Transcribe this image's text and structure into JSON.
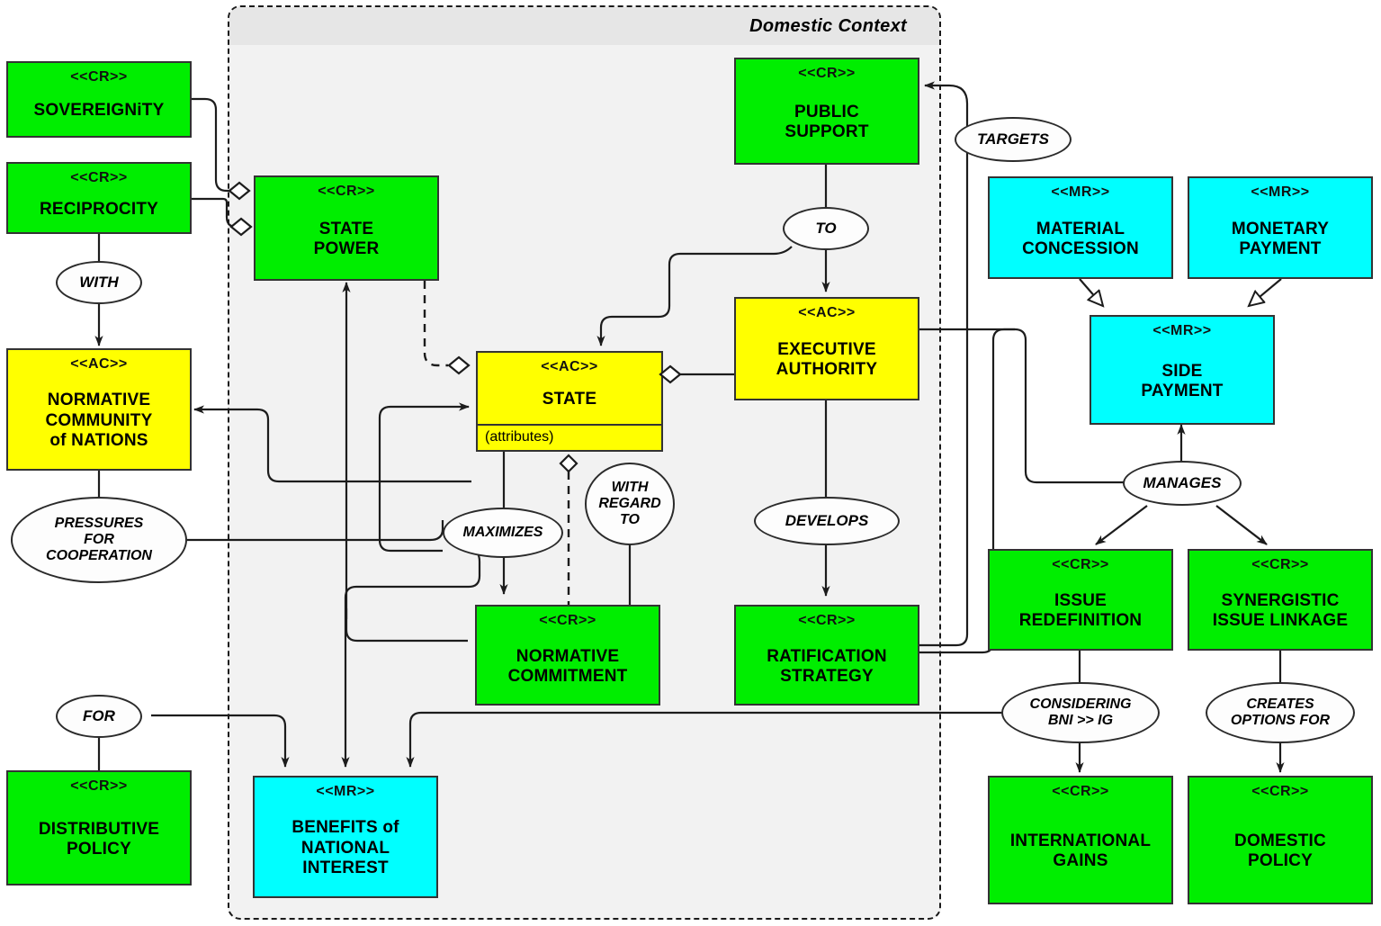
{
  "package": {
    "title": "Domestic Context"
  },
  "stereotypes": {
    "cr": "<<CR>>",
    "ac": "<<AC>>",
    "mr": "<<MR>>"
  },
  "colors": {
    "concept_green": "#00EE00",
    "actor_yellow": "#FFFF00",
    "resource_cyan": "#00FFFF",
    "package_fill": "#F2F2F2",
    "package_header": "#E6E6E6",
    "line": "#1C1C1C"
  },
  "nodes": [
    {
      "id": "sovereignity",
      "stereotype": "<<CR>>",
      "name": "SOVEREIGNiTY",
      "kind": "green"
    },
    {
      "id": "reciprocity",
      "stereotype": "<<CR>>",
      "name": "RECIPROCITY",
      "kind": "green"
    },
    {
      "id": "state_power",
      "stereotype": "<<CR>>",
      "name": "STATE\nPOWER",
      "kind": "green"
    },
    {
      "id": "public_support",
      "stereotype": "<<CR>>",
      "name": "PUBLIC\nSUPPORT",
      "kind": "green"
    },
    {
      "id": "normative_community",
      "stereotype": "<<AC>>",
      "name": "NORMATIVE\nCOMMUNITY\nof NATIONS",
      "kind": "yellow"
    },
    {
      "id": "state",
      "stereotype": "<<AC>>",
      "name": "STATE",
      "kind": "yellow",
      "attributes": "(attributes)"
    },
    {
      "id": "executive_authority",
      "stereotype": "<<AC>>",
      "name": "EXECUTIVE\nAUTHORITY",
      "kind": "yellow"
    },
    {
      "id": "material_concession",
      "stereotype": "<<MR>>",
      "name": "MATERIAL\nCONCESSION",
      "kind": "cyan"
    },
    {
      "id": "monetary_payment",
      "stereotype": "<<MR>>",
      "name": "MONETARY\nPAYMENT",
      "kind": "cyan"
    },
    {
      "id": "side_payment",
      "stereotype": "<<MR>>",
      "name": "SIDE\nPAYMENT",
      "kind": "cyan"
    },
    {
      "id": "normative_commitment",
      "stereotype": "<<CR>>",
      "name": "NORMATIVE\nCOMMITMENT",
      "kind": "green"
    },
    {
      "id": "ratification_strategy",
      "stereotype": "<<CR>>",
      "name": "RATIFICATION\nSTRATEGY",
      "kind": "green"
    },
    {
      "id": "issue_redefinition",
      "stereotype": "<<CR>>",
      "name": "ISSUE\nREDEFINITION",
      "kind": "green"
    },
    {
      "id": "synergistic_issue_linkage",
      "stereotype": "<<CR>>",
      "name": "SYNERGISTIC\nISSUE LINKAGE",
      "kind": "green"
    },
    {
      "id": "international_gains",
      "stereotype": "<<CR>>",
      "name": "INTERNATIONAL\nGAINS",
      "kind": "green"
    },
    {
      "id": "domestic_policy",
      "stereotype": "<<CR>>",
      "name": "DOMESTIC\nPOLICY",
      "kind": "green"
    },
    {
      "id": "distributive_policy",
      "stereotype": "<<CR>>",
      "name": "DISTRIBUTIVE\nPOLICY",
      "kind": "green"
    },
    {
      "id": "benefits_national_interest",
      "stereotype": "<<MR>>",
      "name": "BENEFITS of\nNATIONAL\nINTEREST",
      "kind": "cyan"
    }
  ],
  "associations": [
    {
      "id": "with",
      "label": "WITH"
    },
    {
      "id": "pressures",
      "label": "PRESSURES\nFOR\nCOOPERATION"
    },
    {
      "id": "for",
      "label": "FOR"
    },
    {
      "id": "maximizes",
      "label": "MAXIMIZES"
    },
    {
      "id": "with_regard_to",
      "label": "WITH\nREGARD\nTO"
    },
    {
      "id": "to",
      "label": "TO"
    },
    {
      "id": "develops",
      "label": "DEVELOPS"
    },
    {
      "id": "targets",
      "label": "TARGETS"
    },
    {
      "id": "manages",
      "label": "MANAGES"
    },
    {
      "id": "considering",
      "label": "CONSIDERING\nBNI >> IG"
    },
    {
      "id": "creates_options",
      "label": "CREATES\nOPTIONS FOR"
    }
  ]
}
